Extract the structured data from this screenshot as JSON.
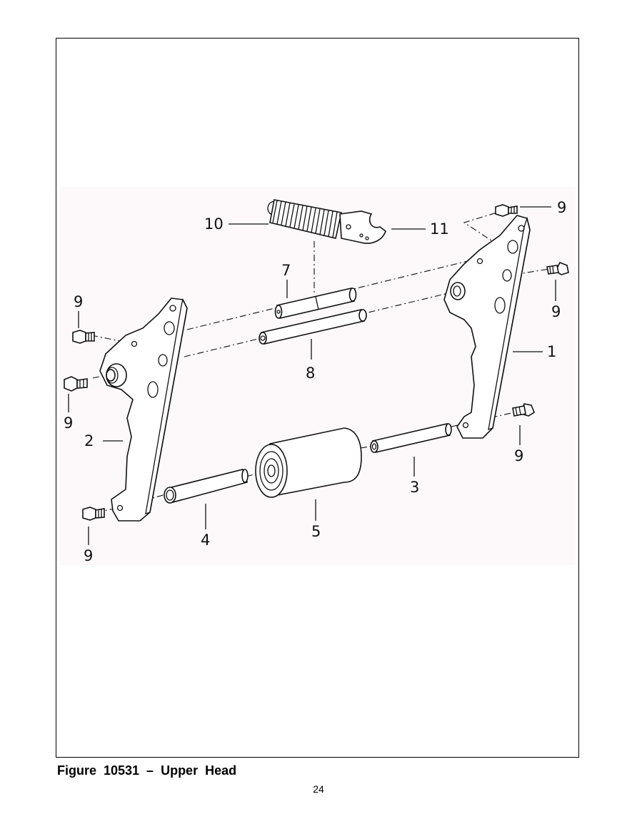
{
  "figure": {
    "caption": "Figure  10531  –  Upper  Head",
    "page_number": "24"
  },
  "callouts": {
    "c1": "1",
    "c2": "2",
    "c3": "3",
    "c4": "4",
    "c5": "5",
    "c7": "7",
    "c8": "8",
    "c9_top_right": "9",
    "c9_right_mid": "9",
    "c9_right_low": "9",
    "c9_left_top": "9",
    "c9_left_mid": "9",
    "c9_left_low": "9",
    "c10": "10",
    "c11": "11"
  }
}
